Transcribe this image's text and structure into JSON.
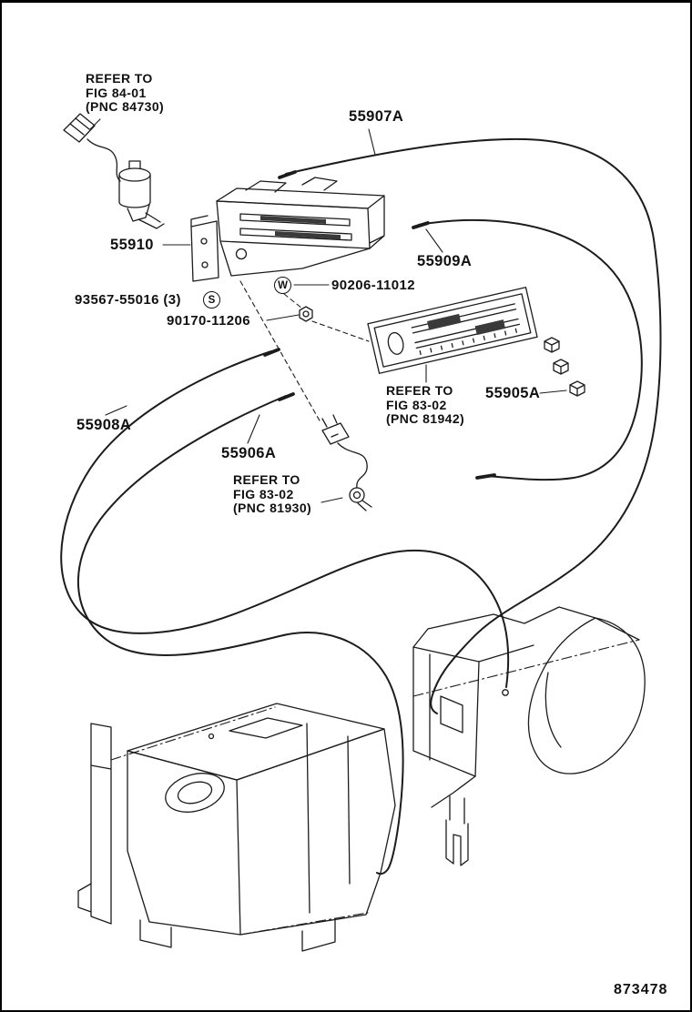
{
  "style": {
    "line_color": "#1c1c1c",
    "background": "#ffffff",
    "text_color": "#111111"
  },
  "symbols": {
    "s": "S",
    "w": "W"
  },
  "labels": {
    "note_84730": "REFER TO\nFIG 84-01\n(PNC 84730)",
    "p55907a": "55907A",
    "p55910": "55910",
    "p55909a": "55909A",
    "p93567": "93567-55016 (3)",
    "p90206": "90206-11012",
    "p90170": "90170-11206",
    "note_81942": "REFER TO\nFIG 83-02\n(PNC 81942)",
    "p55905a": "55905A",
    "p55908a": "55908A",
    "p55906a": "55906A",
    "note_81930": "REFER TO\nFIG 83-02\n(PNC 81930)",
    "doc_number": "873478"
  }
}
